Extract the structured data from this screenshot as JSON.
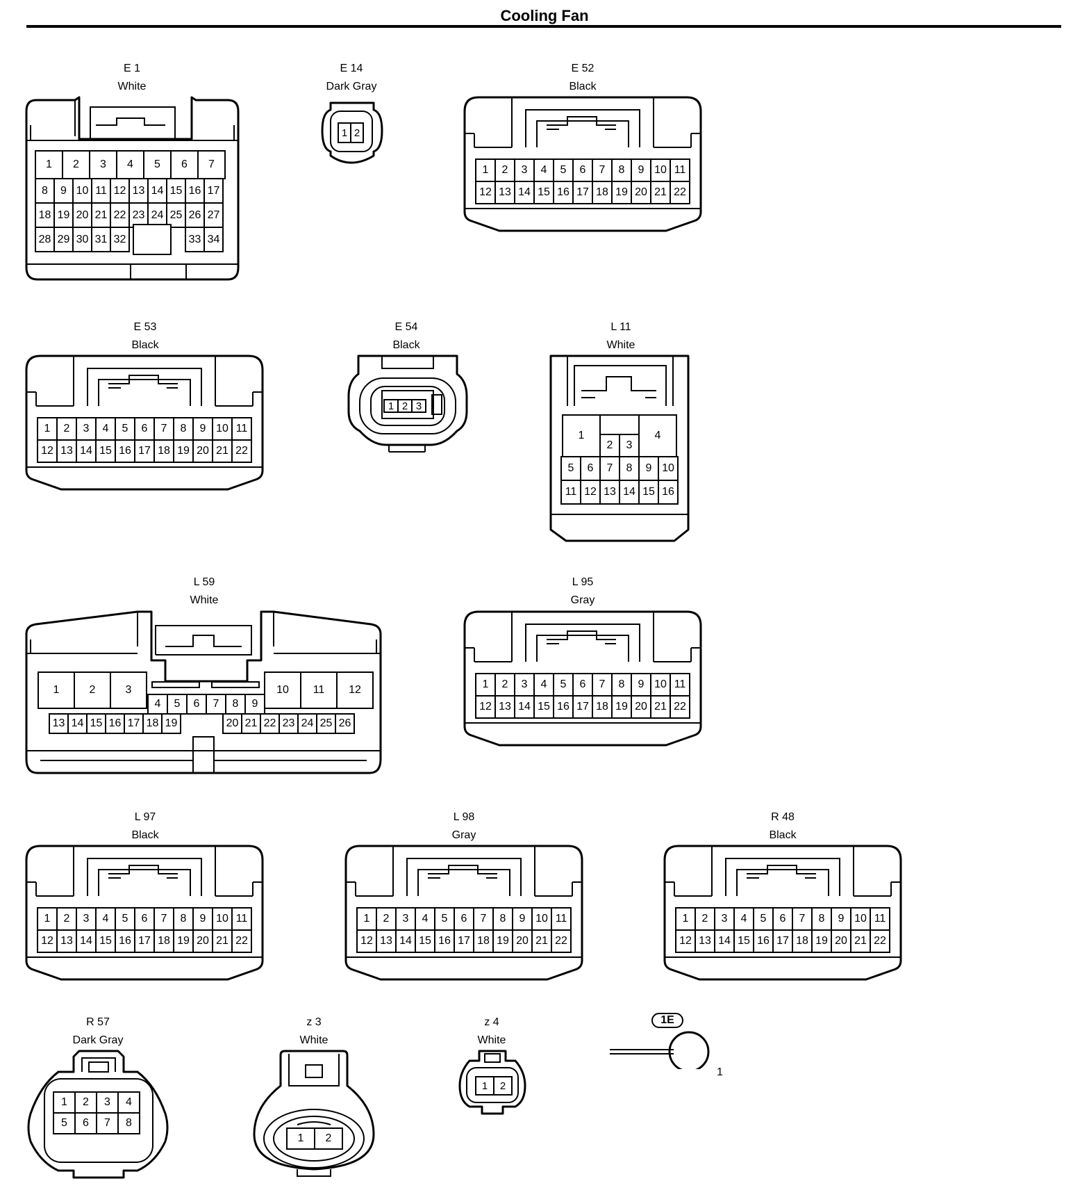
{
  "title": "Cooling Fan",
  "connectors": [
    {
      "id": "E 1",
      "color": "White",
      "pins": 34
    },
    {
      "id": "E 14",
      "color": "Dark Gray",
      "pins": 2
    },
    {
      "id": "E 52",
      "color": "Black",
      "pins": 22
    },
    {
      "id": "E 53",
      "color": "Black",
      "pins": 22
    },
    {
      "id": "E 54",
      "color": "Black",
      "pins": 3
    },
    {
      "id": "L 11",
      "color": "White",
      "pins": 16
    },
    {
      "id": "L 59",
      "color": "White",
      "pins": 26
    },
    {
      "id": "L 95",
      "color": "Gray",
      "pins": 22
    },
    {
      "id": "L 97",
      "color": "Black",
      "pins": 22
    },
    {
      "id": "L 98",
      "color": "Gray",
      "pins": 22
    },
    {
      "id": "R 48",
      "color": "Black",
      "pins": 22
    },
    {
      "id": "R 57",
      "color": "Dark Gray",
      "pins": 8
    },
    {
      "id": "z 3",
      "color": "White",
      "pins": 2
    },
    {
      "id": "z 4",
      "color": "White",
      "pins": 2
    }
  ],
  "ground": {
    "label": "1E",
    "pin": "1"
  }
}
